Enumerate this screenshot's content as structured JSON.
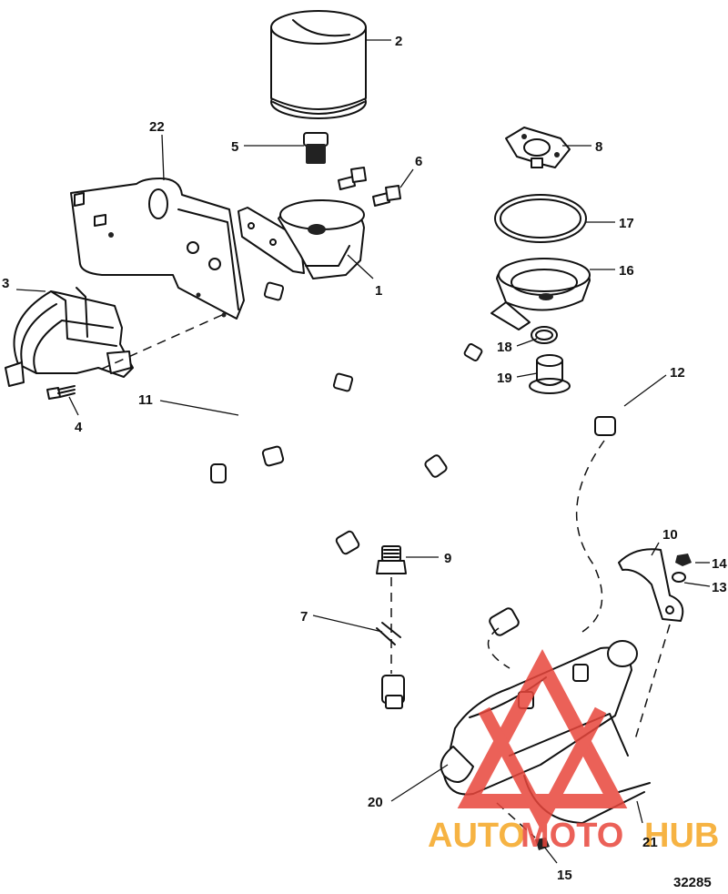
{
  "callouts": {
    "c1": "1",
    "c2": "2",
    "c3": "3",
    "c4": "4",
    "c5": "5",
    "c6": "6",
    "c7": "7",
    "c8": "8",
    "c9": "9",
    "c10": "10",
    "c11": "11",
    "c12": "12",
    "c13": "13",
    "c14": "14",
    "c15": "15",
    "c16": "16",
    "c17": "17",
    "c18": "18",
    "c19": "19",
    "c20": "20",
    "c21": "21",
    "c22": "22"
  },
  "document_number": "32285",
  "watermark": {
    "text_part1": "AUTO",
    "text_part2": "MOTO",
    "text_part3": "HUB",
    "color_orange": "#f5a623",
    "color_red": "#e8463c"
  }
}
